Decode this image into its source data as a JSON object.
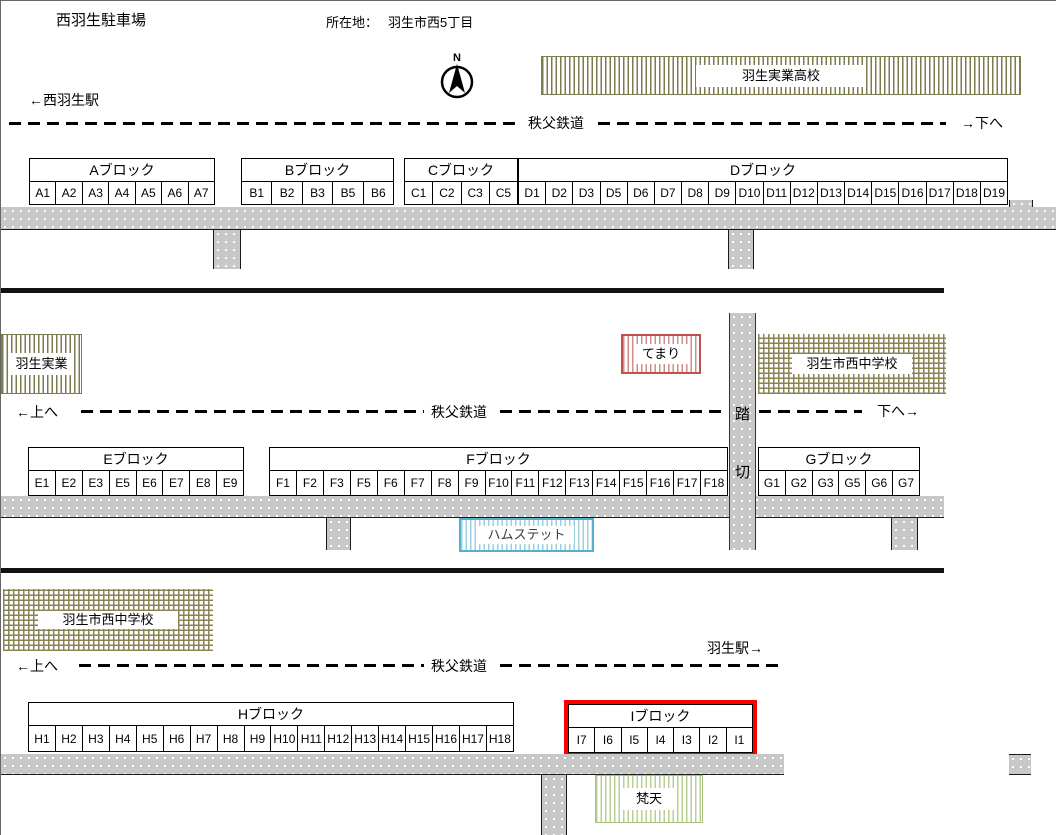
{
  "header": {
    "title": "西羽生駐車場",
    "location_label": "所在地：",
    "location_value": "羽生市西5丁目",
    "compass_label": "N"
  },
  "railways": {
    "line_name": "秩父鉄道",
    "top": {
      "left_label": "←西羽生駅",
      "right_label": "→下へ"
    },
    "middle": {
      "left_label": "←上へ",
      "right_label": "下へ→",
      "crossing_top": "踏",
      "crossing_bottom": "切"
    },
    "bottom": {
      "left_label": "←上へ",
      "right_label": "羽生駅→"
    }
  },
  "landmarks": {
    "high_school": "羽生実業高校",
    "jitsugyo": "羽生実業",
    "temari": "てまり",
    "junior_high_mid": "羽生市西中学校",
    "hamstet": "ハムステット",
    "junior_high_bottom": "羽生市西中学校",
    "bonten": "梵天"
  },
  "blocks": [
    {
      "id": "A",
      "label": "Aブロック",
      "highlighted": false,
      "spaces": [
        "A1",
        "A2",
        "A3",
        "A4",
        "A5",
        "A6",
        "A7"
      ]
    },
    {
      "id": "B",
      "label": "Bブロック",
      "highlighted": false,
      "spaces": [
        "B1",
        "B2",
        "B3",
        "B5",
        "B6"
      ]
    },
    {
      "id": "C",
      "label": "Cブロック",
      "highlighted": false,
      "spaces": [
        "C1",
        "C2",
        "C3",
        "C5"
      ]
    },
    {
      "id": "D",
      "label": "Dブロック",
      "highlighted": false,
      "spaces": [
        "D1",
        "D2",
        "D3",
        "D5",
        "D6",
        "D7",
        "D8",
        "D9",
        "D10",
        "D11",
        "D12",
        "D13",
        "D14",
        "D15",
        "D16",
        "D17",
        "D18",
        "D19"
      ]
    },
    {
      "id": "E",
      "label": "Eブロック",
      "highlighted": false,
      "spaces": [
        "E1",
        "E2",
        "E3",
        "E5",
        "E6",
        "E7",
        "E8",
        "E9"
      ]
    },
    {
      "id": "F",
      "label": "Fブロック",
      "highlighted": false,
      "spaces": [
        "F1",
        "F2",
        "F3",
        "F5",
        "F6",
        "F7",
        "F8",
        "F9",
        "F10",
        "F11",
        "F12",
        "F13",
        "F14",
        "F15",
        "F16",
        "F17",
        "F18"
      ]
    },
    {
      "id": "G",
      "label": "Gブロック",
      "highlighted": false,
      "spaces": [
        "G1",
        "G2",
        "G3",
        "G5",
        "G6",
        "G7"
      ]
    },
    {
      "id": "H",
      "label": "Hブロック",
      "highlighted": false,
      "spaces": [
        "H1",
        "H2",
        "H3",
        "H4",
        "H5",
        "H6",
        "H7",
        "H8",
        "H9",
        "H10",
        "H11",
        "H12",
        "H13",
        "H14",
        "H15",
        "H16",
        "H17",
        "H18"
      ]
    },
    {
      "id": "I",
      "label": "Iブロック",
      "highlighted": true,
      "spaces": [
        "I7",
        "I6",
        "I5",
        "I4",
        "I3",
        "I2",
        "I1"
      ]
    }
  ],
  "colors": {
    "highlight_border": "#ff0000",
    "road_fill": "#c8c8c8",
    "hatch_olive": "#7d7b50",
    "temari_border": "#c0504d",
    "hamstet_border": "#55b0d0",
    "bonten_border": "#a5c37c"
  }
}
